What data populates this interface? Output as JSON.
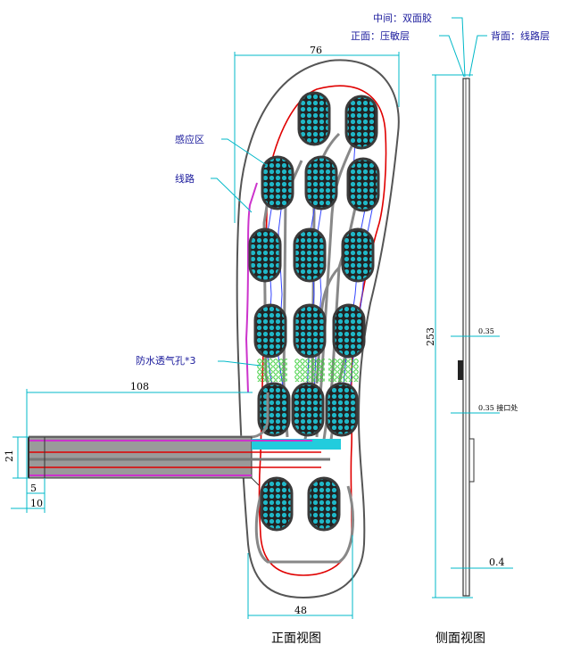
{
  "labels": {
    "middle": "中间：双面胶",
    "front_layer": "正面：压敏层",
    "back_layer": "背面：线路层",
    "sensing_area": "感应区",
    "circuit": "线路",
    "vent_holes": "防水透气孔*3"
  },
  "dimensions": {
    "width_top": "76",
    "tail_length": "108",
    "tail_width": "21",
    "tail_offset": "5",
    "tail_tip": "10",
    "width_bottom": "48",
    "height": "253",
    "thick_top": "0.35",
    "thick_mid": "0.35 接口处",
    "thick_bottom": "0.4"
  },
  "captions": {
    "front_view": "正面视图",
    "side_view": "侧面视图"
  },
  "colors": {
    "outline": "#555555",
    "circuit": "#e00000",
    "dimension": "#00b8c8",
    "sensor_fill": "#1fb8c8",
    "sensor_ring": "#3a3a3a",
    "trace_blue": "#3344ff",
    "vent_green": "#33cc33",
    "magenta": "#cc33cc"
  }
}
